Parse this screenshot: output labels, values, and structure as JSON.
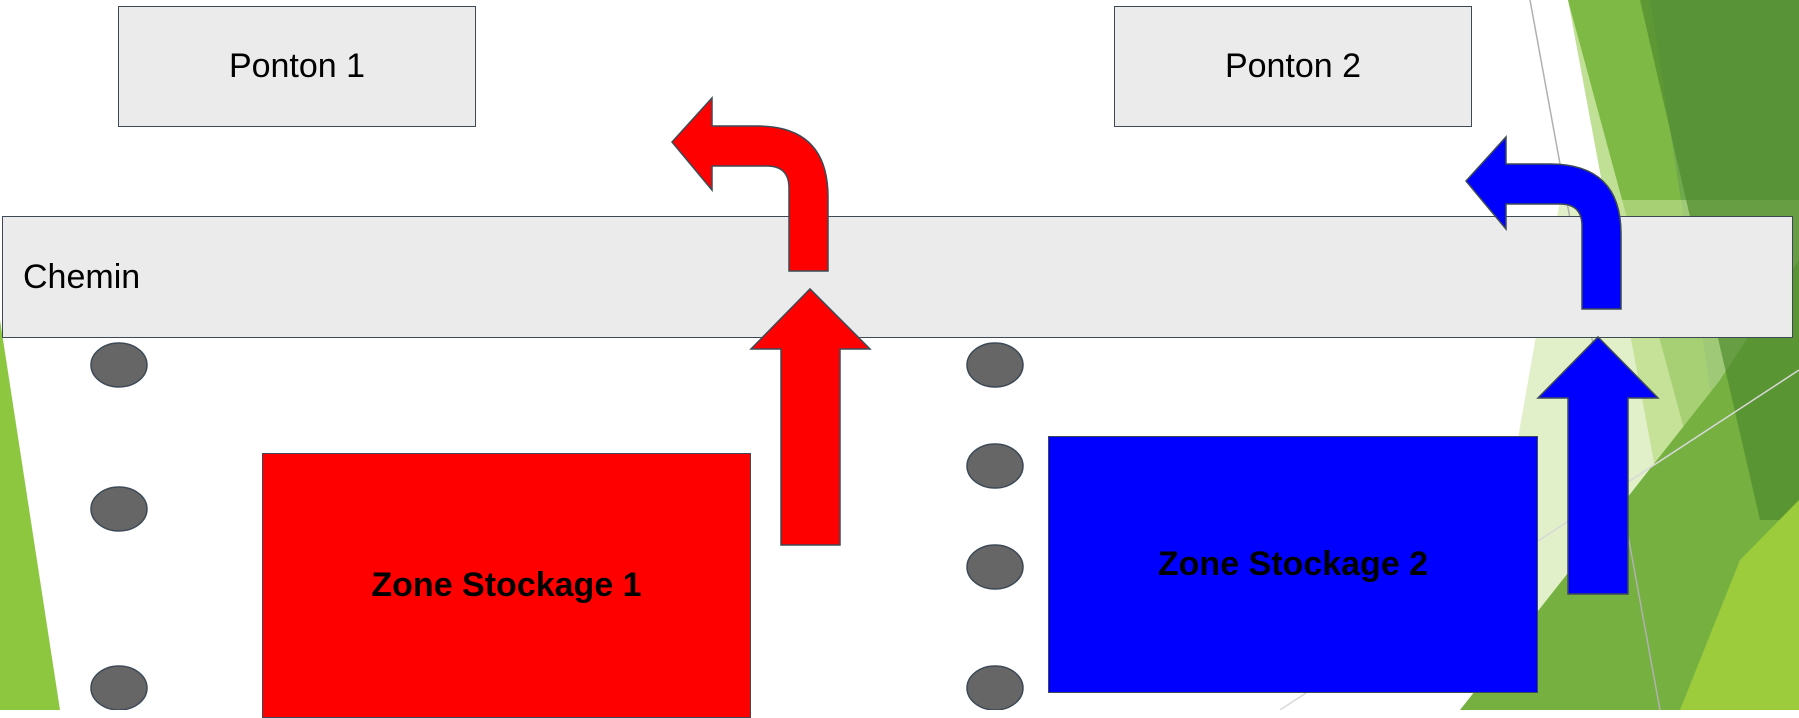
{
  "diagram": {
    "ponton_1": "Ponton 1",
    "ponton_2": "Ponton 2",
    "chemin": "Chemin",
    "zone_1": "Zone Stockage 1",
    "zone_2": "Zone Stockage 2"
  },
  "colors": {
    "zone_1": "#ff0000",
    "zone_2": "#0000ff",
    "bollard": "#666666",
    "theme_green": "#8dc63f"
  },
  "icons": [
    "up-arrow-icon",
    "left-turn-arrow-icon",
    "bollard-icon"
  ]
}
